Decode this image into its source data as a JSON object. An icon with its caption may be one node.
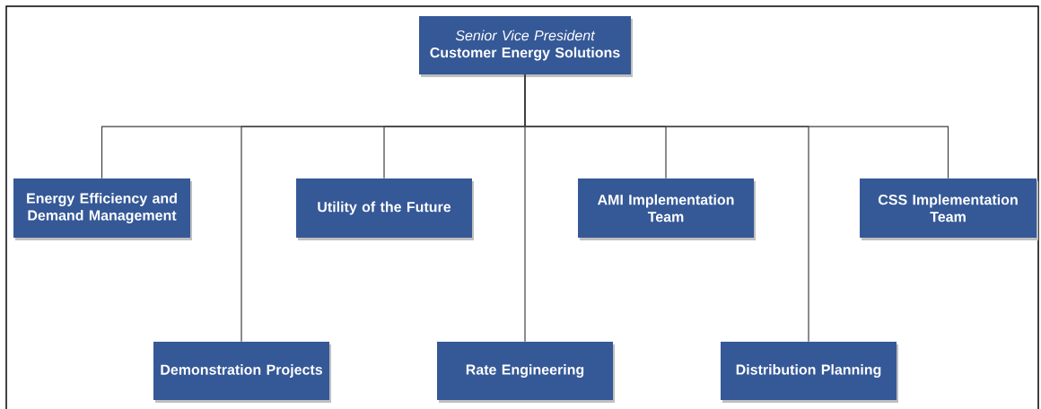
{
  "diagram": {
    "nodes": [
      {
        "text": [
          "Senior Vice President",
          "Customer Energy Solutions"
        ]
      },
      {
        "text": [
          "Energy Efficiency and Demand Management"
        ]
      },
      {
        "text": [
          "Utility of the Future"
        ]
      },
      {
        "text": [
          "AMI Implementation Team"
        ]
      },
      {
        "text": [
          "CSS Implementation Team"
        ]
      },
      {
        "text": [
          "Demonstration Projects"
        ]
      },
      {
        "text": [
          "Rate Engineering"
        ]
      },
      {
        "text": [
          "Distribution Planning"
        ]
      }
    ],
    "edges": [
      {
        "from": 0,
        "to": 1,
        "arrow": "none"
      },
      {
        "from": 0,
        "to": 5,
        "arrow": "none"
      },
      {
        "from": 0,
        "to": 2,
        "arrow": "none"
      },
      {
        "from": 0,
        "to": 6,
        "arrow": "none"
      },
      {
        "from": 0,
        "to": 3,
        "arrow": "none"
      },
      {
        "from": 0,
        "to": 7,
        "arrow": "none"
      },
      {
        "from": 0,
        "to": 4,
        "arrow": "none"
      }
    ]
  }
}
